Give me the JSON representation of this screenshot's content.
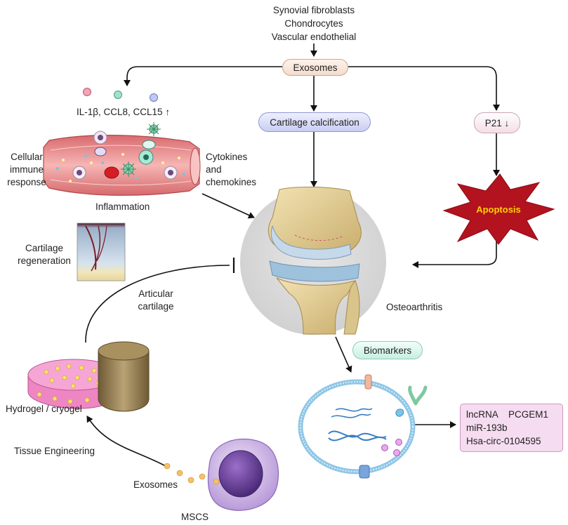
{
  "sources": [
    "Synovial fibroblasts",
    "Chondrocytes",
    "Vascular endothelial"
  ],
  "exosomes_top": "Exosomes",
  "cytokine_levels": "IL-1β, CCL8, CCL15",
  "cytokine_arrow": "↑",
  "cartilage_calcification": "Cartilage calcification",
  "p21": "P21",
  "p21_arrow": "↓",
  "cellular_immune_response": [
    "Cellular",
    "immune",
    "response"
  ],
  "cytokines_and_chemokines": [
    "Cytokines",
    "and",
    "chemokines"
  ],
  "inflammation": "Inflammation",
  "apoptosis": "Apoptosis",
  "cartilage_regeneration": [
    "Cartilage",
    "regeneration"
  ],
  "articular_cartilage": [
    "Articular",
    "cartilage"
  ],
  "osteoarthritis": "Osteoarthritis",
  "biomarkers": "Biomarkers",
  "rna_markers": [
    "lncRNA    PCGEM1",
    "miR-193b",
    "Hsa-circ-0104595"
  ],
  "hydrogel": "Hydrogel / cryogel",
  "tissue_engineering": "Tissue Engineering",
  "exosomes_bottom": "Exosomes",
  "mscs": "MSCS",
  "colors": {
    "exosome_pill": "#f3dccd",
    "calcification_pill": "#c9cdf2",
    "p21_pill": "#f4dde6",
    "biomarker_pill": "#c8eee2",
    "rna_box": "#f6dcf0",
    "apoptosis_star": "#b3121f",
    "vessel": "#e9888a",
    "hydrogel": "#f08fc8",
    "mscs_cell": "#9b78c2"
  }
}
